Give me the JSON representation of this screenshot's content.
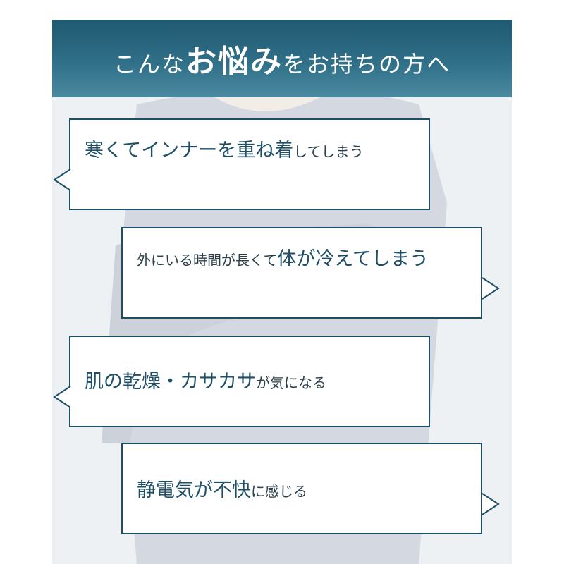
{
  "header": {
    "title_pre": "こんな",
    "title_em": "お悩み",
    "title_post": "をお持ちの方へ"
  },
  "bubbles": [
    {
      "strong": "寒くてインナーを重ね着",
      "normal_before": "",
      "normal": "してしまう"
    },
    {
      "normal_before": "外にいる時間が長くて",
      "strong": "体が冷えてしまう",
      "normal": ""
    },
    {
      "strong": "肌の乾燥・カサカサ",
      "normal_before": "",
      "normal": "が気になる"
    },
    {
      "strong": "静電気が不快",
      "normal_before": "",
      "normal": "に感じる"
    }
  ],
  "colors": {
    "header_bg": "#2f6f87",
    "accent": "#1e4f66"
  }
}
